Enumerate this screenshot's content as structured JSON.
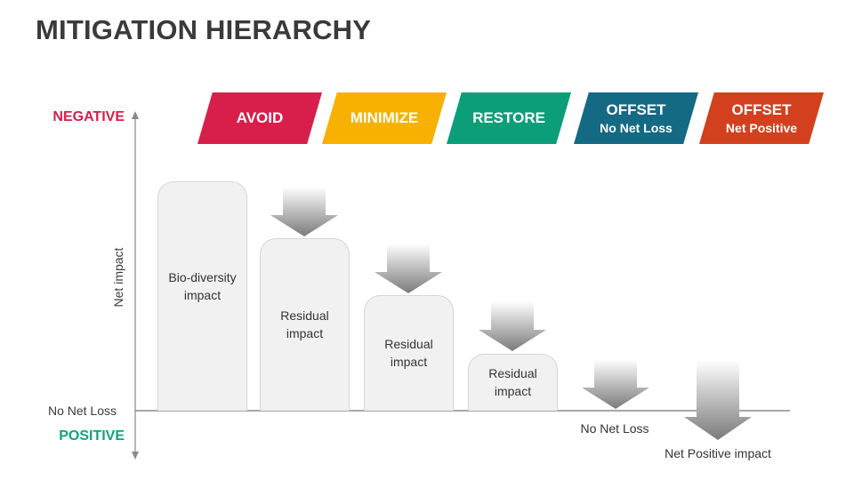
{
  "title": "MITIGATION HIERARCHY",
  "scale": {
    "negative": "NEGATIVE",
    "positive": "POSITIVE",
    "axis_label": "Net impact",
    "baseline_label": "No Net Loss"
  },
  "colors": {
    "negative": "#d81e4a",
    "positive": "#0fa37f",
    "axis": "#8a8a8a",
    "bar_fill": "#f1f1f1",
    "arrow_dark": "#7a7a7a",
    "arrow_light": "#ffffff"
  },
  "steps": [
    {
      "title": "AVOID",
      "subtitle": "",
      "color": "#d81e4a"
    },
    {
      "title": "MINIMIZE",
      "subtitle": "",
      "color": "#f8b100"
    },
    {
      "title": "RESTORE",
      "subtitle": "",
      "color": "#0b9e78"
    },
    {
      "title": "OFFSET",
      "subtitle": "No Net Loss",
      "color": "#146983"
    },
    {
      "title": "OFFSET",
      "subtitle": "Net Positive",
      "color": "#d2401d"
    }
  ],
  "bars": [
    {
      "label": "Bio-diversity impact"
    },
    {
      "label": "Residual impact"
    },
    {
      "label": "Residual impact"
    },
    {
      "label": "Residual impact"
    }
  ],
  "end_labels": [
    "No Net Loss",
    "Net Positive impact"
  ]
}
